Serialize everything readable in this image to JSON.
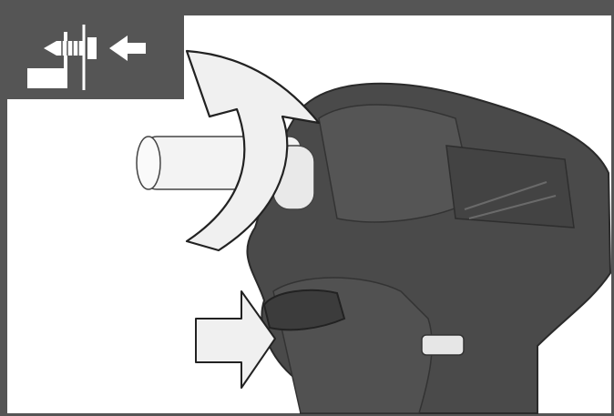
{
  "figure": {
    "icon": "screw-tighten-icon",
    "illustration": "impact-driver-drawing",
    "rotation_arrow": "rotate-clockwise-arrow",
    "push_arrow": "push-button-arrow"
  },
  "colors": {
    "frame": "#555555",
    "tool_body": "#4a4a4a",
    "tool_highlight": "#6a6a6a",
    "arrow_fill": "#f0f0f0",
    "arrow_stroke": "#222222"
  }
}
